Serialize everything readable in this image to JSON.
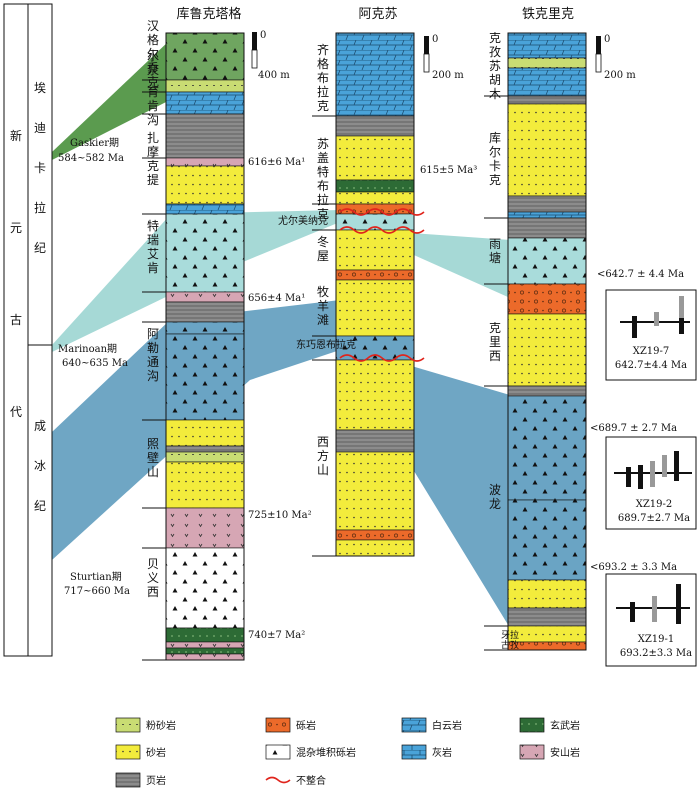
{
  "era_column": {
    "cells": [
      "新元古代",
      "埃迪卡拉纪",
      "成冰纪"
    ]
  },
  "glaciations": [
    {
      "name": "Gaskier期",
      "age": "584~582 Ma"
    },
    {
      "name": "Marinoan期",
      "age": "640~635 Ma"
    },
    {
      "name": "Sturtian期",
      "age": "717~660 Ma"
    }
  ],
  "sections": [
    {
      "title": "库鲁克塔格",
      "scale_top": "0",
      "scale_bottom": "400 m",
      "formations": [
        "汉格尔乔克",
        "水泉",
        "育肯沟",
        "扎摩克提",
        "特瑞艾肯",
        "阿勒通沟",
        "照壁山",
        "贝义西"
      ],
      "ages": [
        "616±6 Ma¹",
        "656±4 Ma¹",
        "725±10 Ma²",
        "740±7 Ma²"
      ]
    },
    {
      "title": "阿克苏",
      "scale_top": "0",
      "scale_bottom": "200 m",
      "formations": [
        "齐格布拉克",
        "苏盖特布拉克",
        "尤尔美纳克",
        "冬屋",
        "牧羊滩",
        "东巧恩布拉克",
        "西方山"
      ],
      "ages": [
        "615±5 Ma³"
      ]
    },
    {
      "title": "铁克里克",
      "scale_top": "0",
      "scale_bottom": "200 m",
      "formations": [
        "克孜苏胡木",
        "库尔卡克",
        "雨塘",
        "克里西",
        "波龙",
        "牙拉古孜"
      ],
      "ages": [
        "<642.7 ± 4.4 Ma",
        "<689.7 ± 2.7 Ma",
        "<693.2 ± 3.3 Ma"
      ]
    }
  ],
  "samples": [
    {
      "id": "XZ19-7",
      "age": "642.7±4.4 Ma"
    },
    {
      "id": "XZ19-2",
      "age": "689.7±2.7 Ma"
    },
    {
      "id": "XZ19-1",
      "age": "693.2±3.3 Ma"
    }
  ],
  "legend": [
    {
      "key": "siltstone",
      "label": "粉砂岩"
    },
    {
      "key": "sandstone",
      "label": "砂岩"
    },
    {
      "key": "shale",
      "label": "页岩"
    },
    {
      "key": "conglomerate",
      "label": "砾岩"
    },
    {
      "key": "diamictite",
      "label": "混杂堆积砾岩"
    },
    {
      "key": "unconformity",
      "label": "不整合"
    },
    {
      "key": "dolomite",
      "label": "白云岩"
    },
    {
      "key": "limestone",
      "label": "灰岩"
    },
    {
      "key": "basalt",
      "label": "玄武岩"
    },
    {
      "key": "andesite",
      "label": "安山岩"
    }
  ],
  "colors": {
    "siltstone": "#c9dc73",
    "sandstone": "#f3ec3c",
    "shale": "#8c8c8c",
    "conglomerate": "#ec6a2a",
    "dolomite": "#4aa3d9",
    "limestone": "#4aa3d9",
    "basalt": "#2d6b35",
    "andesite": "#d6a6b4",
    "diamictite_teal": "#a9dcdb",
    "diamictite_blue": "#6aa4c4",
    "gaskier_band": "#5b9b4f",
    "marinoan_band": "#a6d9d6",
    "sturtian_band": "#6fa6c4"
  }
}
